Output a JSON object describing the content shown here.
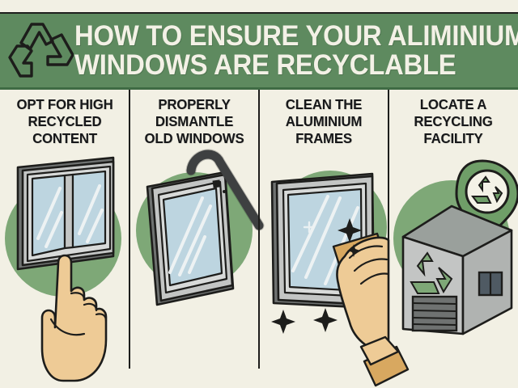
{
  "page": {
    "background_color": "#f2f0e4",
    "ink_color": "#1d1d1b"
  },
  "header": {
    "background_color": "#5e8a5f",
    "text_color": "#f3f1e6",
    "icon": "recycling-symbol",
    "title_line_1": "HOW TO ENSURE YOUR ALIMINIUM",
    "title_line_2": "WINDOWS ARE RECYCLABLE",
    "title_full": "HOW TO ENSURE YOUR ALIMINIUM WINDOWS ARE RECYCLABLE"
  },
  "steps": [
    {
      "id": "step-1",
      "heading_lines": [
        "OPT FOR HIGH",
        "RECYCLED",
        "CONTENT"
      ],
      "heading": "OPT FOR HIGH RECYCLED CONTENT",
      "illustration": "double-pane-aluminium-window-with-pointing-hand",
      "accent_color": "#7ea877"
    },
    {
      "id": "step-2",
      "heading_lines": [
        "PROPERLY",
        "DISMANTLE",
        "OLD WINDOWS"
      ],
      "heading": "PROPERLY DISMANTLE OLD WINDOWS",
      "illustration": "tilted-window-frame-with-crowbar",
      "accent_color": "#7ea877"
    },
    {
      "id": "step-3",
      "heading_lines": [
        "CLEAN THE",
        "ALUMINIUM",
        "FRAMES"
      ],
      "heading": "CLEAN THE ALUMINIUM FRAMES",
      "illustration": "hand-wiping-window-with-cloth-and-sparkles",
      "accent_color": "#7ea877"
    },
    {
      "id": "step-4",
      "heading_lines": [
        "LOCATE A",
        "RECYCLING",
        "FACILITY"
      ],
      "heading": "LOCATE A RECYCLING FACILITY",
      "illustration": "recycling-facility-building-with-map-pin",
      "accent_color": "#7ea877"
    }
  ],
  "palette": {
    "banner_green": "#5e8a5f",
    "banner_shadow_green": "#3f6b44",
    "circle_green": "#7ea877",
    "cream": "#f2f0e4",
    "glass_blue": "#bdd5e0",
    "frame_grey": "#b9bbbb",
    "frame_light": "#d6d8d7",
    "frame_dark": "#6f7271",
    "skin": "#eecb96",
    "cloth_tan": "#d8a860",
    "tool_dark": "#4a4d4e",
    "outline": "#1d1d1b"
  }
}
